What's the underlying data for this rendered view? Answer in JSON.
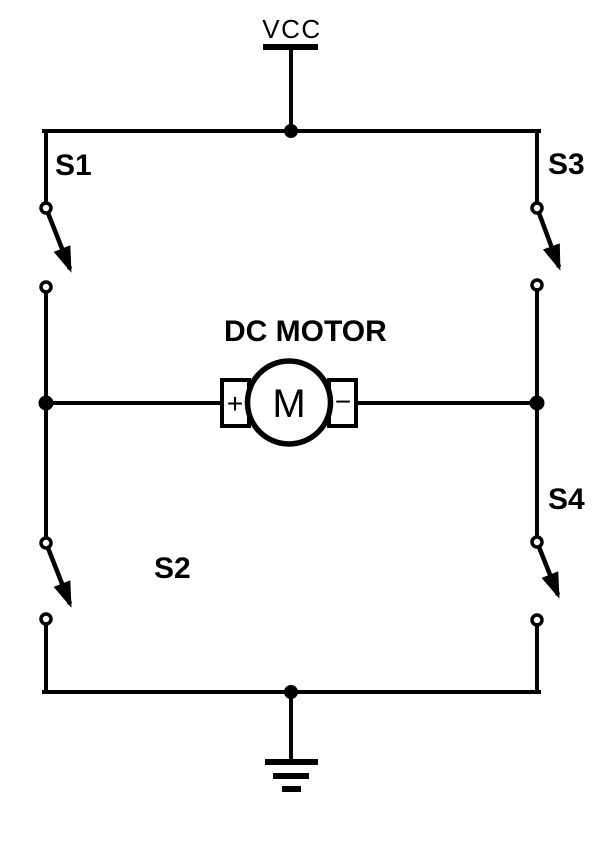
{
  "diagram": {
    "background_color": "#ffffff",
    "line_color": "#000000",
    "power": {
      "label": "VCC"
    },
    "motor": {
      "label": "DC MOTOR",
      "symbol": "M",
      "positive": "+",
      "negative": "−"
    },
    "switches": [
      {
        "label": "S1",
        "position": "top-left",
        "state": "open"
      },
      {
        "label": "S2",
        "position": "bottom-left",
        "state": "open"
      },
      {
        "label": "S3",
        "position": "top-right",
        "state": "open"
      },
      {
        "label": "S4",
        "position": "bottom-right",
        "state": "open"
      }
    ]
  }
}
